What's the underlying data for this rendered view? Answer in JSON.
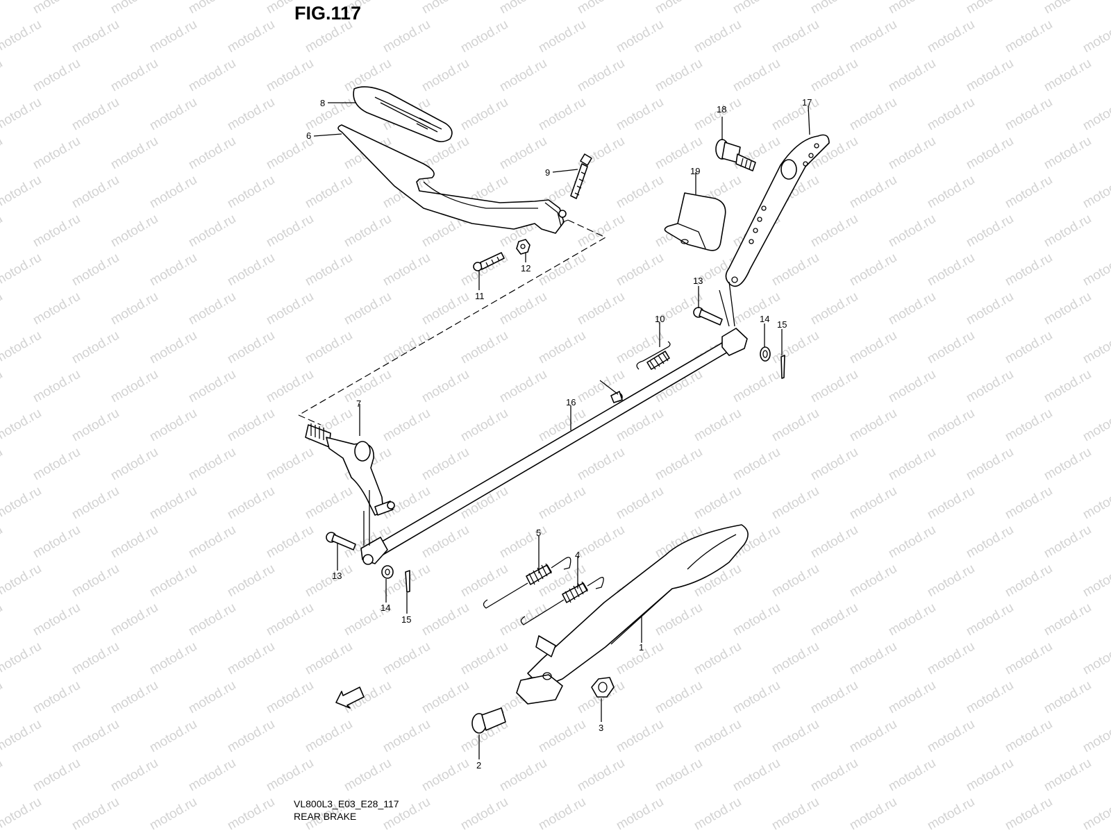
{
  "figure_title": "FIG.117",
  "diagram_code": "VL800L3_E03_E28_117",
  "caption": "REAR BRAKE",
  "watermark": "motod.ru",
  "fwd_label": "FWD",
  "callouts": {
    "c1": "1",
    "c2": "2",
    "c3": "3",
    "c4": "4",
    "c5": "5",
    "c6": "6",
    "c7": "7",
    "c8": "8",
    "c9": "9",
    "c10": "10",
    "c11": "11",
    "c12": "12",
    "c13a": "13",
    "c13b": "13",
    "c14a": "14",
    "c14b": "14",
    "c15a": "15",
    "c15b": "15",
    "c16": "16",
    "c17": "17",
    "c18": "18",
    "c19": "19"
  }
}
